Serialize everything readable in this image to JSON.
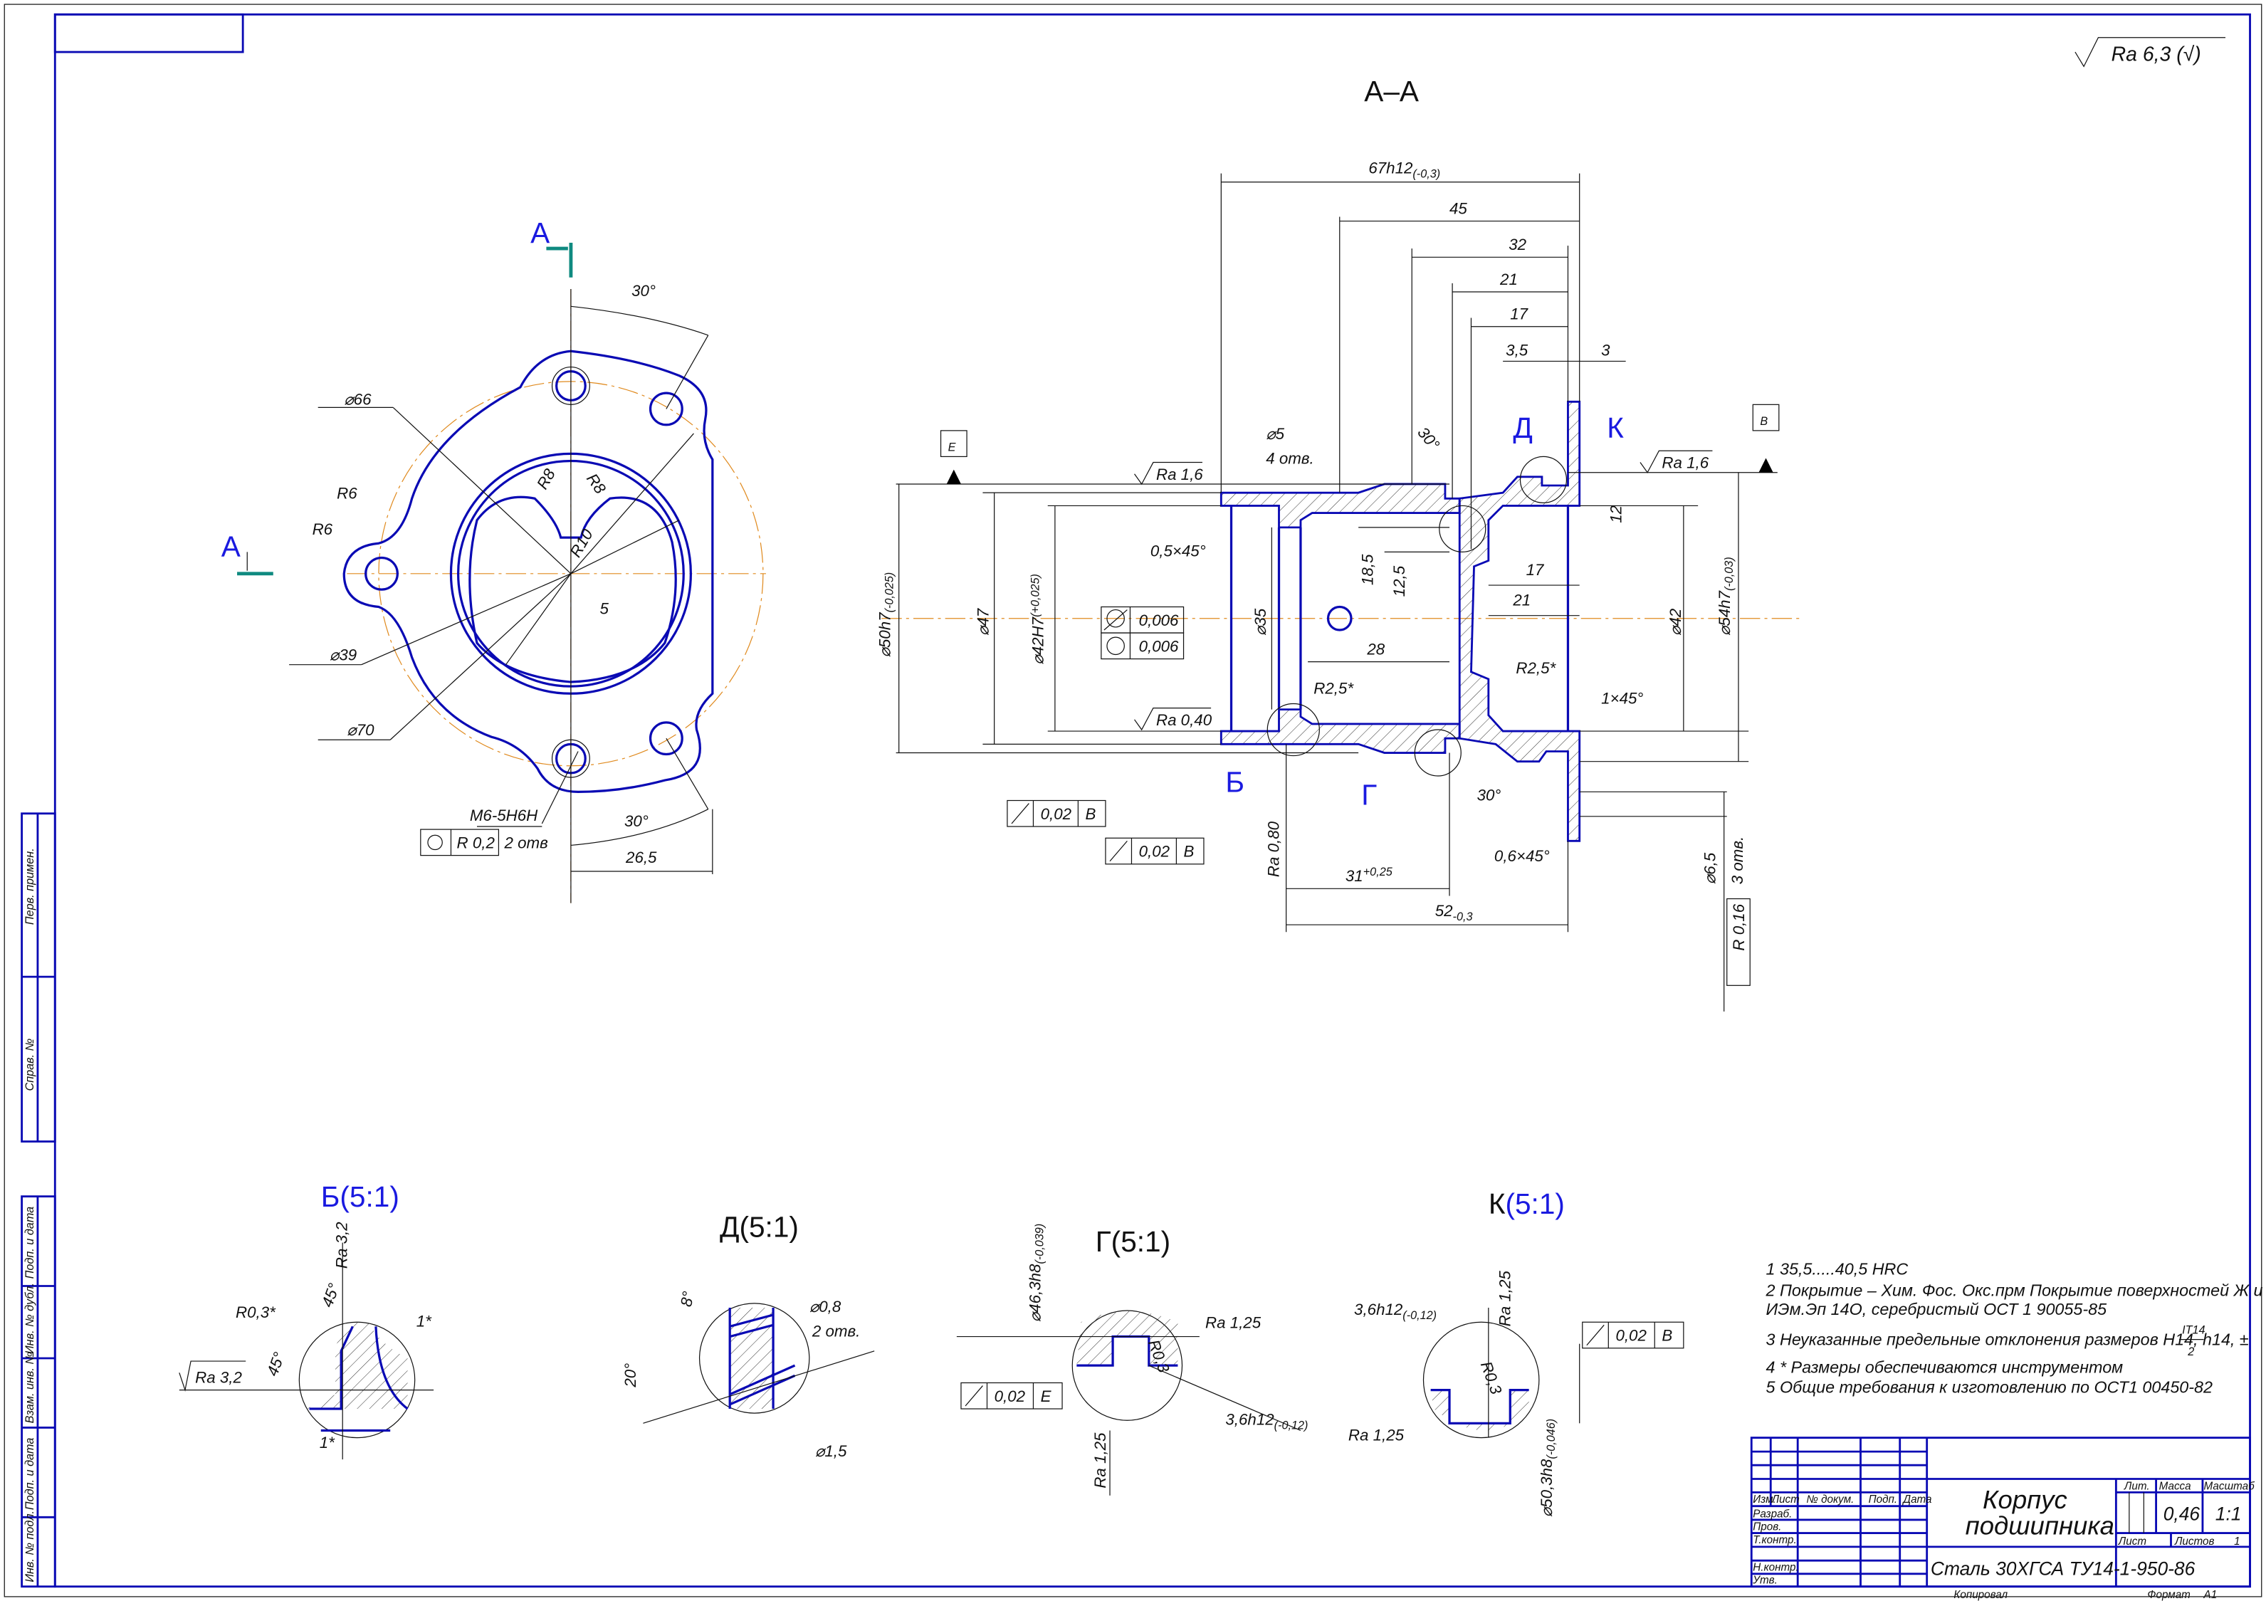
{
  "sheet": {
    "roughness_general": "Ra 6,3 (√)",
    "section_title": "А–А",
    "copied_label": "Копировал",
    "format_label": "Формат",
    "format_value": "А1",
    "colors": {
      "outline": "#0a0ab4",
      "axis": "#e08a1e",
      "cut": "#0f8a80",
      "label": "#1a1ae0"
    }
  },
  "side_stamp": [
    "Перв. примен.",
    "Справ. №",
    "Подп. и дата",
    "Инв. № дубл.",
    "Взам. инв. №",
    "Подп. и дата",
    "Инв. № подл."
  ],
  "front_view": {
    "cut_top": "А",
    "cut_left": "А",
    "angle_top": "30°",
    "angle_bottom": "30°",
    "d66": "⌀66",
    "r6_a": "R6",
    "r6_b": "R6",
    "d39": "⌀39",
    "d70": "⌀70",
    "r8_a": "R8",
    "r8_b": "R8",
    "r10": "R10",
    "dim5": "5",
    "thread": "M6-5H6H",
    "pos_tol": "R 0,2",
    "pos_holes": "2 отв",
    "dim26": "26,5"
  },
  "section_view": {
    "d67": "67h12",
    "d67_tol": "(-0,3)",
    "d45": "45",
    "d32": "32",
    "d21": "21",
    "d17": "17",
    "d3_5": "3,5",
    "d3": "3",
    "hole5": "⌀5",
    "hole5_count": "4 отв.",
    "angle30_top": "30°",
    "detail_d": "Д",
    "detail_k": "К",
    "detail_b": "Б",
    "detail_g": "Г",
    "ra16_left": "Ra 1,6",
    "ra16_right": "Ra 1,6",
    "datum_e": "Е",
    "datum_b": "В",
    "chamfer05": "0,5×45°",
    "d50": "⌀50h7",
    "d50_tol": "(-0,025)",
    "d47": "⌀47",
    "d42H7": "⌀42H7",
    "d42H7_tol": "(+0,025)",
    "runout1": "0,006",
    "round1": "0,006",
    "d35": "⌀35",
    "d18_5": "18,5",
    "d12_5": "12,5",
    "d28": "28",
    "d17b": "17",
    "d21b": "21",
    "d12": "12",
    "d42": "⌀42",
    "d54": "⌀54h7",
    "d54_tol": "(-0,03)",
    "r25_a": "R2,5*",
    "r25_b": "R2,5*",
    "chamfer1": "1×45°",
    "ra040": "Ra 0,40",
    "angle30_bottom": "30°",
    "runout_a_val": "0,02",
    "runout_a_datum": "В",
    "runout_b_val": "0,02",
    "runout_b_datum": "В",
    "ra080": "Ra 0,80",
    "d31": "31",
    "d31_tol": "+0,25",
    "chamfer06": "0,6×45°",
    "d52": "52",
    "d52_tol": "-0,3",
    "hole65": "⌀6,5",
    "hole65_count": "3 отв.",
    "r016": "R 0,16"
  },
  "details": {
    "b": {
      "title_letter": "Б",
      "title_scale": "(5:1)",
      "ra32_top": "Ra 3,2",
      "r03": "R0,3*",
      "a45_a": "45°",
      "a45_b": "45°",
      "ra32_left": "Ra 3,2",
      "d1_v": "1*",
      "d1_h": "1*"
    },
    "d": {
      "title": "Д(5:1)",
      "a8": "8°",
      "a20": "20°",
      "d08": "⌀0,8",
      "holes": "2 отв.",
      "d15": "⌀1,5"
    },
    "g": {
      "title": "Г(5:1)",
      "d46": "⌀46,3h8",
      "d46_tol": "(-0,039)",
      "ra125_a": "Ra 1,25",
      "r03": "R0,3",
      "tol_val": "0,02",
      "tol_datum": "Е",
      "d36": "3,6h12",
      "d36_tol": "(-0,12)",
      "ra125_b": "Ra 1,25"
    },
    "k": {
      "title_letter": "К",
      "title_scale": "(5:1)",
      "d36": "3,6h12",
      "d36_tol": "(-0,12)",
      "ra125_a": "Ra 1,25",
      "r03": "R0,3",
      "tol_val": "0,02",
      "tol_datum": "В",
      "ra125_b": "Ra 1,25",
      "d50": "⌀50,3h8",
      "d50_tol": "(-0,046)"
    }
  },
  "notes": [
    "1 35,5.....40,5 HRC",
    "2 Покрытие –   Хим. Фос. Окс.прм Покрытие поверхностей Ж и",
    "ИЭм.Эп 14О, серебристый ОСТ  1 90055-85",
    "3 Неуказанные предельные отклонения размеров Н14, h14, ±",
    "4  * Размеры обеспечиваются инструментом",
    "5 Общие требования  к изготовлению по ОСТ1 00450-82"
  ],
  "note3_fraction": {
    "num": "IT14",
    "den": "2"
  },
  "title_block": {
    "headers": [
      "Изм.",
      "Лист",
      "№ докум.",
      "Подп.",
      "Дата"
    ],
    "roles": [
      "Разраб.",
      "Пров.",
      "Т.контр.",
      "Н.контр.",
      "Утв."
    ],
    "name_line1": "Корпус",
    "name_line2": "подшипника",
    "material": "Сталь 30ХГСА ТУ14-1-950-86",
    "lit_label": "Лит.",
    "mass_label": "Масса",
    "scale_label": "Масштаб",
    "mass": "0,46",
    "scale": "1:1",
    "sheet_label": "Лист",
    "sheets_label": "Листов",
    "sheets": "1"
  }
}
